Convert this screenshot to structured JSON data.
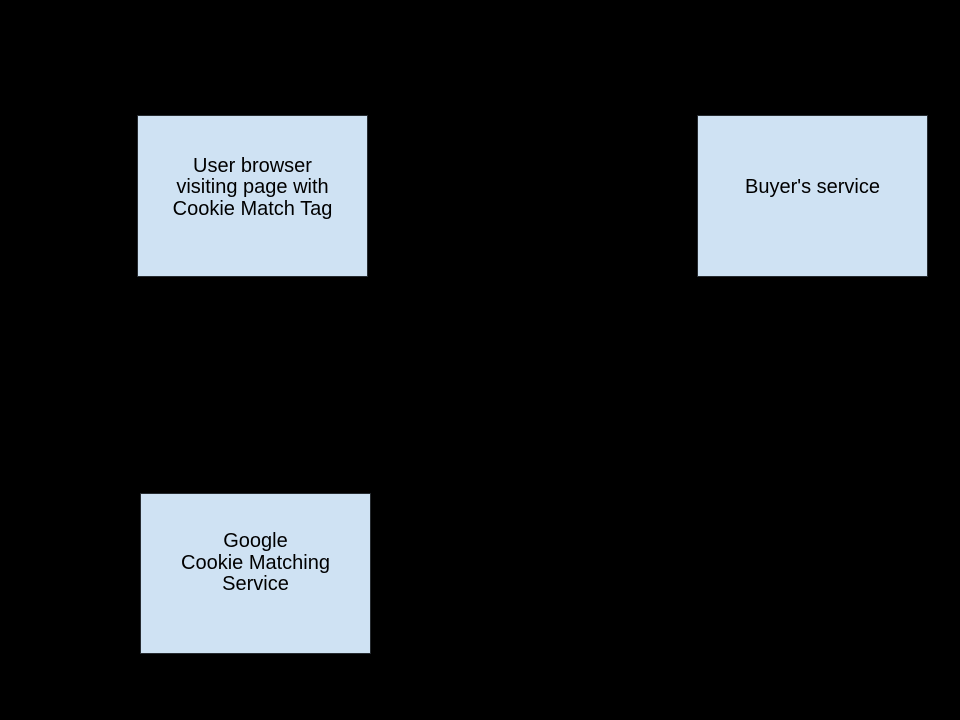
{
  "diagram": {
    "type": "flow-diagram",
    "background": "#000000",
    "colors": {
      "node_fill": "#cfe2f3",
      "node_border": "#262b30",
      "node_text": "#000000"
    },
    "nodes": [
      {
        "id": "user-browser",
        "lines": [
          "User browser",
          "visiting page with",
          "Cookie Match Tag"
        ]
      },
      {
        "id": "buyers-service",
        "lines": [
          "Buyer's service"
        ]
      },
      {
        "id": "google-cookie-matching-service",
        "lines": [
          "Google",
          "Cookie Matching",
          "Service"
        ]
      }
    ]
  }
}
